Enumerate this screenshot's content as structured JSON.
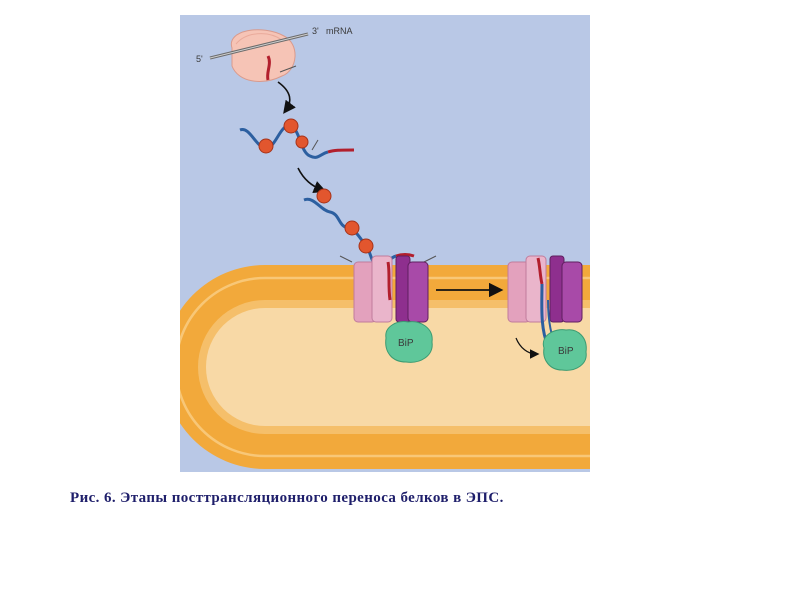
{
  "labels": {
    "five_prime": "5'",
    "three_prime": "3'",
    "mrna": "mRNA",
    "bip": "BiP"
  },
  "caption": "Рис. 6. Этапы посттрансляционного переноса белков в ЭПС.",
  "colors": {
    "cytosol": "#b9c8e6",
    "membrane": "#f2a93b",
    "lumen": "#f8d9a6",
    "polypeptide": "#2c5fa0",
    "signal_sequence": "#b21f2d",
    "chaperone": "#e2562e",
    "translocon_pink": "#e3a1bd",
    "translocon_purple": "#8e2f8e",
    "bip": "#5fc79a",
    "ribosome": "#f6c4b6"
  }
}
